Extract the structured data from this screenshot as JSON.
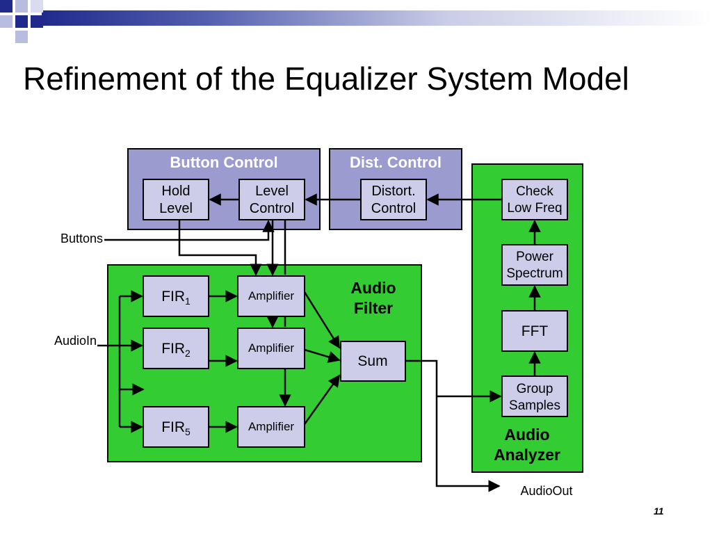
{
  "slide": {
    "title": "Refinement of the Equalizer System Model",
    "page_number": "11"
  },
  "colors": {
    "title_bar_blue": "#1f2a8c",
    "control_box": "#9b9bd0",
    "block_fill": "#cdcdea",
    "green_region": "#33cc33",
    "line": "#000000",
    "label_white": "#ffffff"
  },
  "diagram": {
    "regions": {
      "button_control": "Button Control",
      "dist_control": "Dist. Control",
      "audio_filter": [
        "Audio",
        "Filter"
      ],
      "audio_analyzer": [
        "Audio",
        "Analyzer"
      ]
    },
    "blocks": {
      "hold_level": [
        "Hold",
        "Level"
      ],
      "level_control": [
        "Level",
        "Control"
      ],
      "distort_control": [
        "Distort.",
        "Control"
      ],
      "check_low_freq": [
        "Check",
        "Low Freq"
      ],
      "power_spectrum": [
        "Power",
        "Spectrum"
      ],
      "fft": "FFT",
      "group_samples": [
        "Group",
        "Samples"
      ],
      "fir1": {
        "base": "FIR",
        "sub": "1"
      },
      "fir2": {
        "base": "FIR",
        "sub": "2"
      },
      "fir5": {
        "base": "FIR",
        "sub": "5"
      },
      "amplifier_1": "Amplifier",
      "amplifier_2": "Amplifier",
      "amplifier_3": "Amplifier",
      "sum": "Sum"
    },
    "io_labels": {
      "buttons": "Buttons",
      "audio_in": "AudioIn",
      "audio_out": "AudioOut"
    }
  }
}
